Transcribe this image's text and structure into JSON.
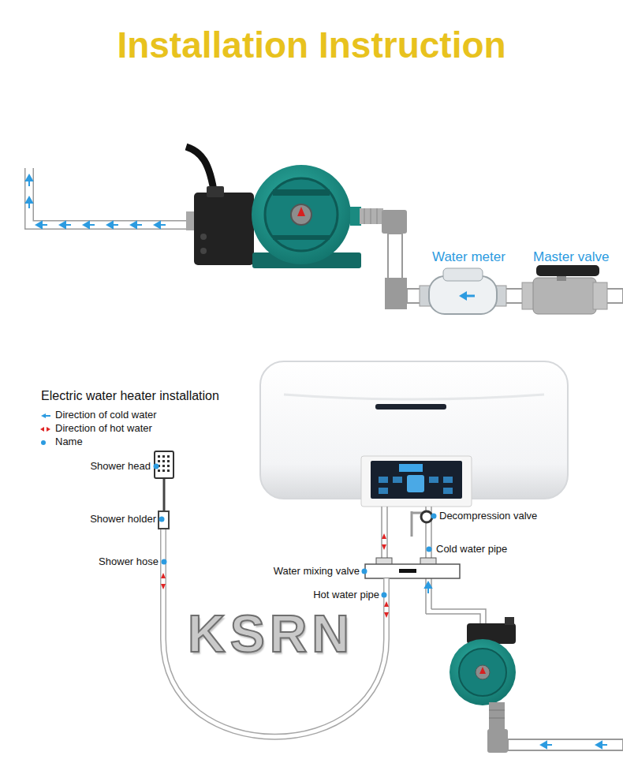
{
  "diagram": {
    "title": "Installation Instruction",
    "labels": [
      "Water meter",
      "Master valve",
      "Electric water heater installation",
      "Shower head",
      "Shower holder",
      "Shower hose",
      "Decompression valve",
      "Cold water pipe",
      "Water mixing valve",
      "Hot water pipe",
      "KSRN"
    ],
    "legend": [
      {
        "text": "Direction of cold water",
        "color": "#2c9be0"
      },
      {
        "text": "Direction of hot water",
        "color": "#e02424"
      },
      {
        "text": "Name",
        "color": "#2c9be0"
      }
    ]
  }
}
